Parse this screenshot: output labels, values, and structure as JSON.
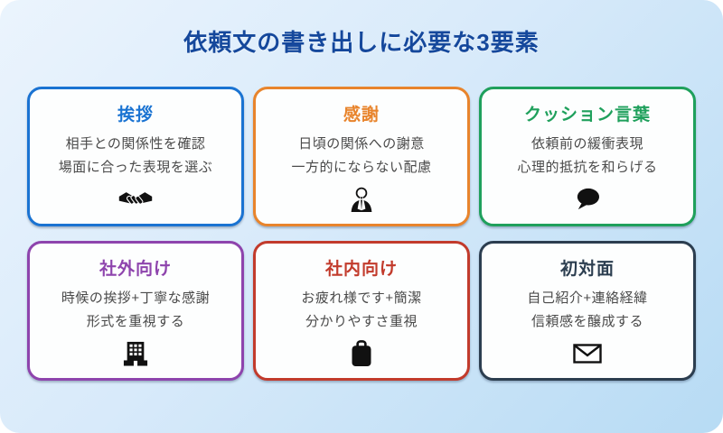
{
  "page": {
    "title": "依頼文の書き出しに必要な3要素",
    "title_color": "#15489c",
    "background_from": "#ebf4fd",
    "background_to": "#b7dbf4",
    "icon_color": "#111111"
  },
  "cards": [
    {
      "title": "挨拶",
      "accent_color": "#1a73d2",
      "line1": "相手との関係性を確認",
      "line2": "場面に合った表現を選ぶ",
      "icon": "handshake-icon"
    },
    {
      "title": "感謝",
      "accent_color": "#e8842c",
      "line1": "日頃の関係への謝意",
      "line2": "一方的にならない配慮",
      "icon": "bowing-person-icon"
    },
    {
      "title": "クッション言葉",
      "accent_color": "#1fa05c",
      "line1": "依頼前の緩衝表現",
      "line2": "心理的抵抗を和らげる",
      "icon": "speech-bubble-icon"
    },
    {
      "title": "社外向け",
      "accent_color": "#8e44ad",
      "line1": "時候の挨拶+丁寧な感謝",
      "line2": "形式を重視する",
      "icon": "office-building-icon"
    },
    {
      "title": "社内向け",
      "accent_color": "#c23b2c",
      "line1": "お疲れ様です+簡潔",
      "line2": "分かりやすさ重視",
      "icon": "briefcase-icon"
    },
    {
      "title": "初対面",
      "accent_color": "#2c3e50",
      "line1": "自己紹介+連絡経緯",
      "line2": "信頼感を醸成する",
      "icon": "envelope-icon"
    }
  ]
}
